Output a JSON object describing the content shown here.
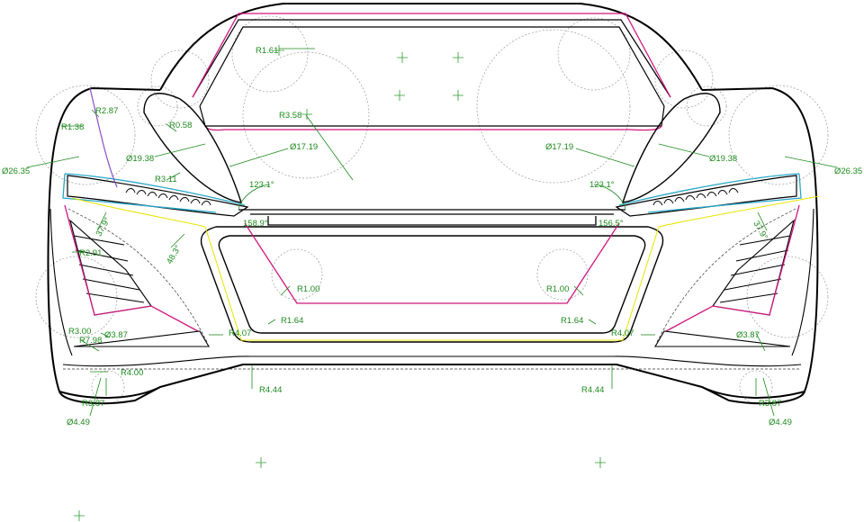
{
  "colors": {
    "body": "#000000",
    "guide": "#9a9a9a",
    "magenta": "#d0167e",
    "cyan": "#2aa7c9",
    "purple": "#8a4fc8",
    "yellow": "#e8e400",
    "dimension": "#1e8a1e"
  },
  "annotations": {
    "r161": "R1.61",
    "r287": "R2.87",
    "r138": "R1.38",
    "r058": "R0.58",
    "r358": "R3.58",
    "d2635_left": "Ø26.35",
    "d2635_right": "Ø26.35",
    "d1938_left": "Ø19.38",
    "d1938_right": "Ø19.38",
    "d1719_left": "Ø17.19",
    "d1719_right": "Ø17.19",
    "r311": "R3.11",
    "a1231_left": "123.1°",
    "a1231_right": "123.1°",
    "a1589": "158.9°",
    "a1565": "156.5°",
    "a379_left": "37.9°",
    "a379_right": "37.9°",
    "a483": "48.3°",
    "r291": "R2.91",
    "r100_left": "R1.00",
    "r100_right": "R1.00",
    "r164_left": "R1.64",
    "r164_right": "R1.64",
    "r300": "R3.00",
    "r798": "R7.98",
    "d387_left": "Ø3.87",
    "d387_right": "Ø3.87",
    "r407_left": "R4.07",
    "r407_right": "R4.07",
    "r400": "R4.00",
    "r444_left": "R4.44",
    "r444_right": "R4.44",
    "r387_left": "R3.87",
    "r387_right": "R3.87",
    "d449_left": "Ø4.49",
    "d449_right": "Ø4.49"
  }
}
